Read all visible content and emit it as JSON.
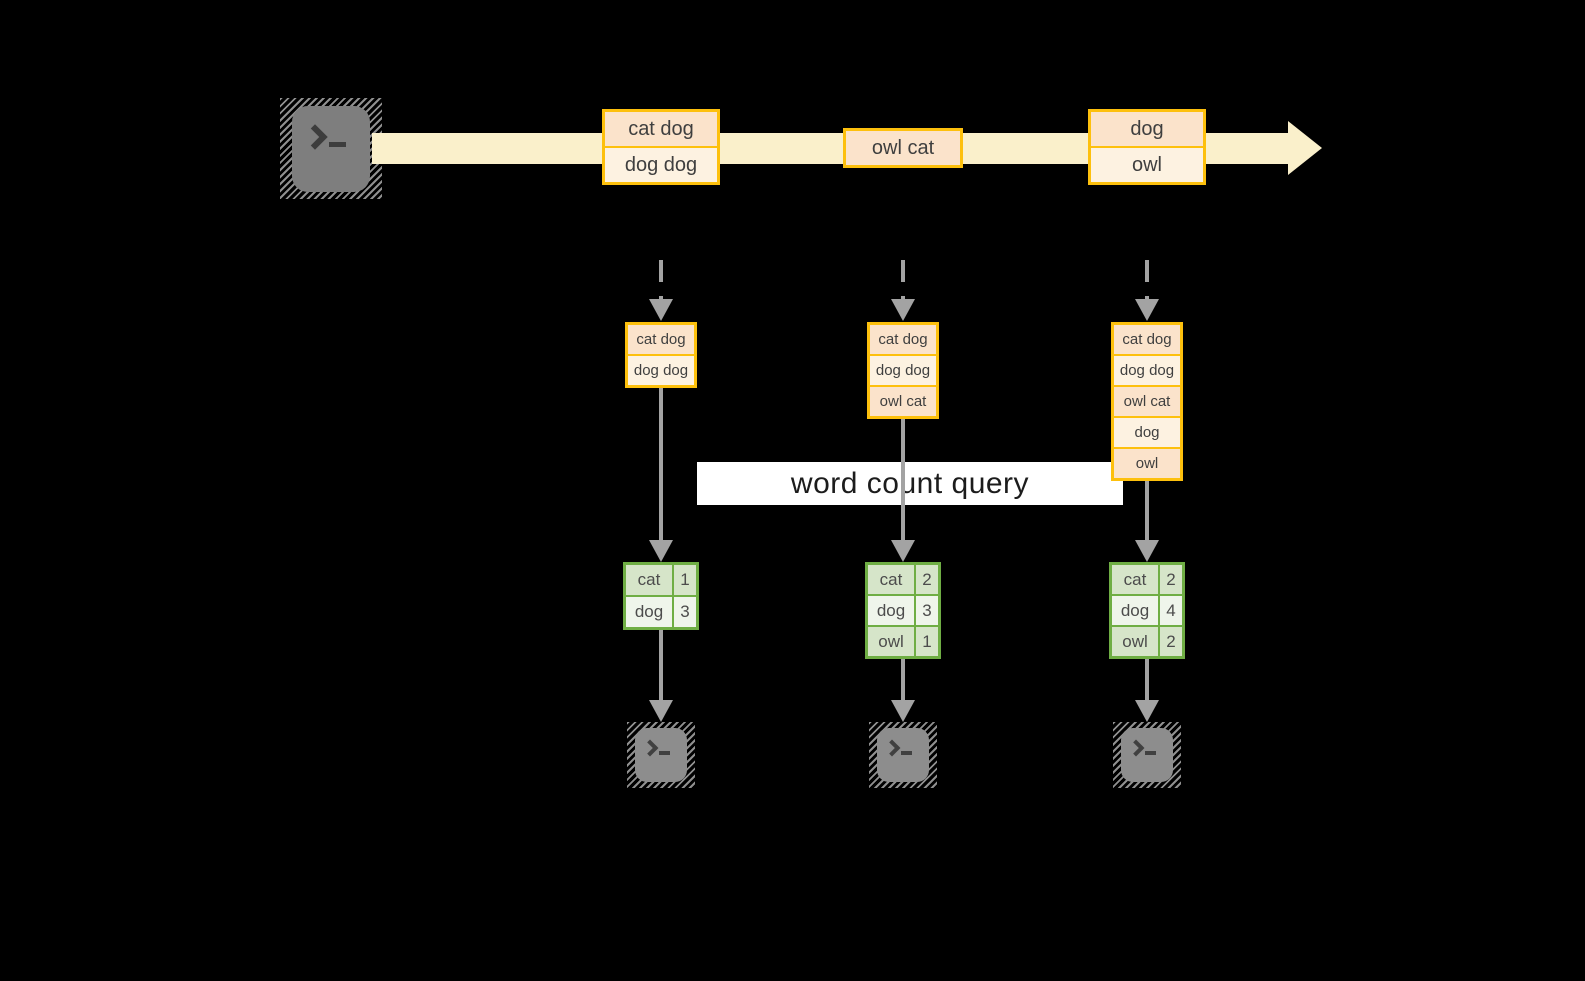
{
  "query": {
    "label": "word count query"
  },
  "stream": {
    "source_icon": "terminal-icon",
    "batches": [
      {
        "lines": [
          "cat dog",
          "dog dog"
        ]
      },
      {
        "lines": [
          "owl cat"
        ]
      },
      {
        "lines": [
          "dog",
          "owl"
        ]
      }
    ]
  },
  "states": [
    {
      "lines": [
        "cat dog",
        "dog dog"
      ]
    },
    {
      "lines": [
        "cat dog",
        "dog dog",
        "owl cat"
      ]
    },
    {
      "lines": [
        "cat dog",
        "dog dog",
        "owl cat",
        "dog",
        "owl"
      ]
    }
  ],
  "results": [
    {
      "rows": [
        {
          "word": "cat",
          "count": "1"
        },
        {
          "word": "dog",
          "count": "3"
        }
      ]
    },
    {
      "rows": [
        {
          "word": "cat",
          "count": "2"
        },
        {
          "word": "dog",
          "count": "3"
        },
        {
          "word": "owl",
          "count": "1"
        }
      ]
    },
    {
      "rows": [
        {
          "word": "cat",
          "count": "2"
        },
        {
          "word": "dog",
          "count": "4"
        },
        {
          "word": "owl",
          "count": "2"
        }
      ]
    }
  ],
  "sinks": [
    {
      "icon": "terminal-icon"
    },
    {
      "icon": "terminal-icon"
    },
    {
      "icon": "terminal-icon"
    }
  ],
  "colors": {
    "background": "#000000",
    "stream_band": "#FAF0CB",
    "box_border_orange": "#FDC00D",
    "cell_peach": "#FBE3CB",
    "cell_cream": "#FDF2E1",
    "table_border_green": "#6FAE44",
    "cell_green": "#D6E5C9",
    "cell_green_pale": "#EFF5EB",
    "arrow_gray": "#A3A3A3",
    "query_band_bg": "#FFFFFF",
    "text_dark": "#3F3F3F",
    "icon_gray": "#7E7E7E",
    "icon_gray_light": "#8D8D8D"
  }
}
